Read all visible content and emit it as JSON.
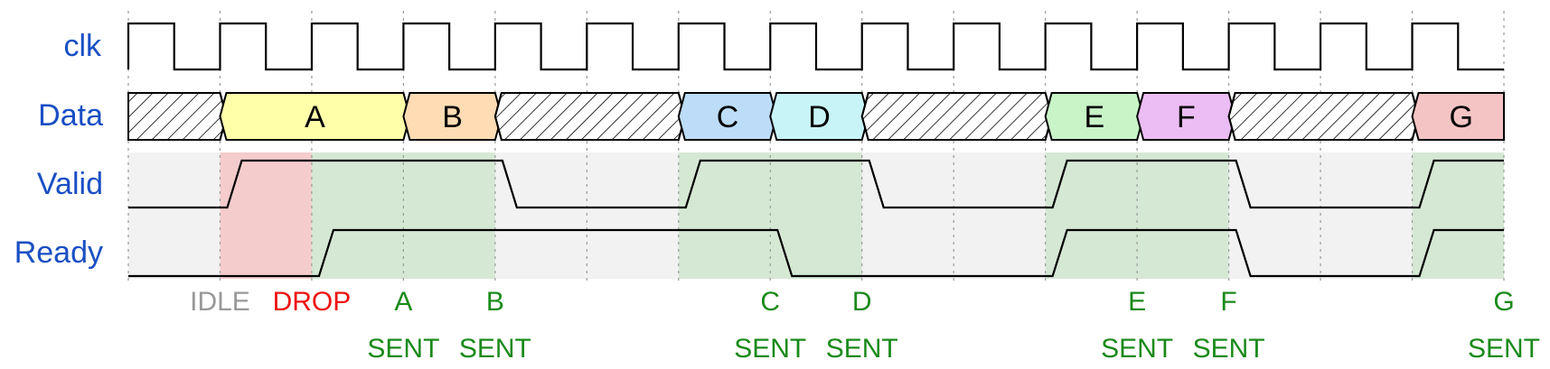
{
  "signals": {
    "clk": "clk",
    "data": "Data",
    "valid": "Valid",
    "ready": "Ready"
  },
  "colors": {
    "label": "#1a4fc4",
    "wave": "#000000",
    "grid": "#999999",
    "lane_bg": "#f2f2f2",
    "drop_bg": "#f5cccc",
    "sent_bg": "#d5e8d4",
    "idle_text": "#999999",
    "drop_text": "#ee1111",
    "sent_text": "#1a8a1a"
  },
  "bus_segments": [
    {
      "from": 0,
      "to": 1,
      "label": "",
      "color": "hatch"
    },
    {
      "from": 1,
      "to": 3,
      "label": "A",
      "color": "#ffffaa"
    },
    {
      "from": 3,
      "to": 4,
      "label": "B",
      "color": "#ffdcb4"
    },
    {
      "from": 4,
      "to": 6,
      "label": "",
      "color": "hatch"
    },
    {
      "from": 6,
      "to": 7,
      "label": "C",
      "color": "#bcdcf8"
    },
    {
      "from": 7,
      "to": 8,
      "label": "D",
      "color": "#c8f4f8"
    },
    {
      "from": 8,
      "to": 10,
      "label": "",
      "color": "hatch"
    },
    {
      "from": 10,
      "to": 11,
      "label": "E",
      "color": "#c8f4c8"
    },
    {
      "from": 11,
      "to": 12,
      "label": "F",
      "color": "#ecbcf4"
    },
    {
      "from": 12,
      "to": 14,
      "label": "",
      "color": "hatch"
    },
    {
      "from": 14,
      "to": 15,
      "label": "G",
      "color": "#f4c4c4"
    }
  ],
  "valid_wave": [
    0,
    1,
    1,
    1,
    0,
    0,
    1,
    1,
    0,
    0,
    1,
    1,
    0,
    0,
    1
  ],
  "ready_wave": [
    0,
    0,
    1,
    1,
    1,
    1,
    1,
    0,
    0,
    0,
    1,
    1,
    0,
    0,
    1
  ],
  "regions": [
    {
      "from": 1,
      "to": 2,
      "kind": "drop"
    },
    {
      "from": 2,
      "to": 4,
      "kind": "sent"
    },
    {
      "from": 6,
      "to": 8,
      "kind": "sent"
    },
    {
      "from": 10,
      "to": 12,
      "kind": "sent"
    },
    {
      "from": 14,
      "to": 15,
      "kind": "sent"
    }
  ],
  "events": [
    {
      "edge": 1,
      "lines": [
        "IDLE"
      ],
      "kind": "idle"
    },
    {
      "edge": 2,
      "lines": [
        "DROP"
      ],
      "kind": "drop"
    },
    {
      "edge": 3,
      "lines": [
        "A",
        "SENT"
      ],
      "kind": "sent"
    },
    {
      "edge": 4,
      "lines": [
        "B",
        "SENT"
      ],
      "kind": "sent"
    },
    {
      "edge": 7,
      "lines": [
        "C",
        "SENT"
      ],
      "kind": "sent"
    },
    {
      "edge": 8,
      "lines": [
        "D",
        "SENT"
      ],
      "kind": "sent"
    },
    {
      "edge": 11,
      "lines": [
        "E",
        "SENT"
      ],
      "kind": "sent"
    },
    {
      "edge": 12,
      "lines": [
        "F",
        "SENT"
      ],
      "kind": "sent"
    },
    {
      "edge": 15,
      "lines": [
        "G",
        "SENT"
      ],
      "kind": "sent"
    }
  ]
}
